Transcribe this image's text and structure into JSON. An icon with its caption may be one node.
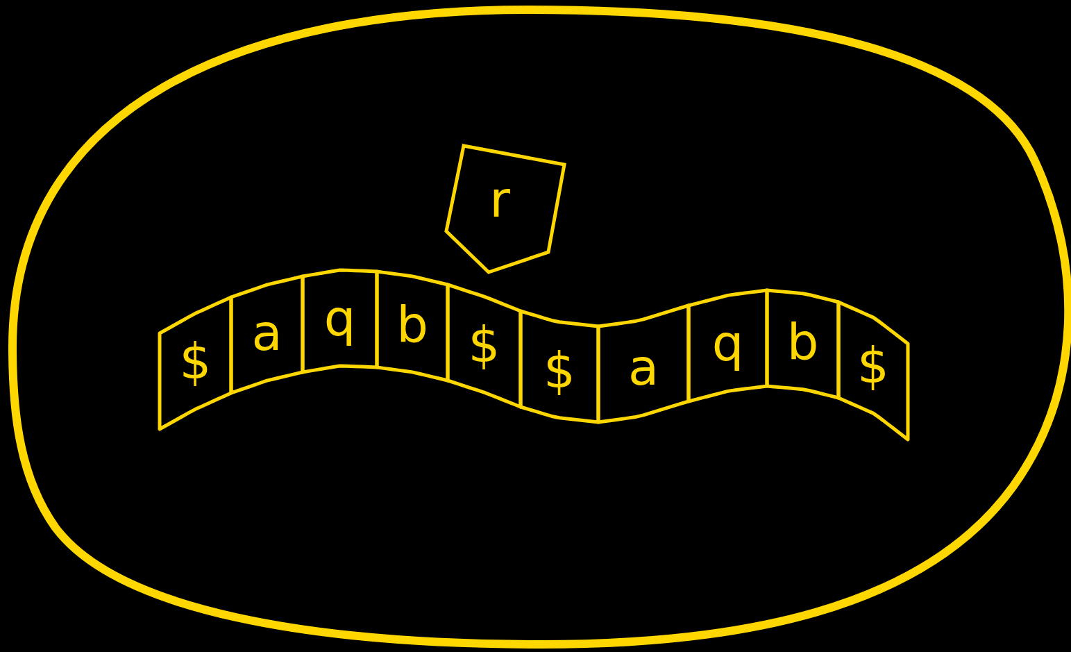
{
  "diagram": {
    "nodes": [
      {
        "text": [],
        "shape": "ellipse"
      },
      {
        "text": [
          "r"
        ],
        "in": 0
      },
      {
        "text": [
          "$"
        ],
        "in": 0
      },
      {
        "text": [
          "a"
        ],
        "in": 0
      },
      {
        "text": [
          "q"
        ],
        "in": 0
      },
      {
        "text": [
          "b"
        ],
        "in": 0
      },
      {
        "text": [
          "$"
        ],
        "in": 0
      },
      {
        "text": [
          "$"
        ],
        "in": 0
      },
      {
        "text": [
          "a"
        ],
        "in": 0
      },
      {
        "text": [
          "q"
        ],
        "in": 0
      },
      {
        "text": [
          "b"
        ],
        "in": 0
      },
      {
        "text": [
          "$"
        ],
        "in": 0
      }
    ],
    "edges": []
  }
}
